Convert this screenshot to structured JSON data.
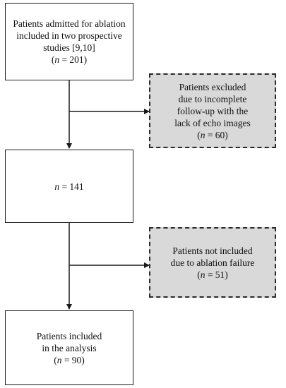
{
  "flowchart": {
    "nodes": [
      {
        "id": "admitted",
        "type": "main",
        "lines": [
          {
            "pre": "Patients admitted for ablation",
            "it": "",
            "post": ""
          },
          {
            "pre": "included in two prospective",
            "it": "",
            "post": ""
          },
          {
            "pre": "studies [9,10]",
            "it": "",
            "post": ""
          },
          {
            "pre": "(",
            "it": "n",
            "post": " = 201)"
          }
        ]
      },
      {
        "id": "excluded-followup",
        "type": "excluded",
        "lines": [
          {
            "pre": "Patients excluded",
            "it": "",
            "post": ""
          },
          {
            "pre": "due to incomplete",
            "it": "",
            "post": ""
          },
          {
            "pre": "follow-up with the",
            "it": "",
            "post": ""
          },
          {
            "pre": "lack of echo images",
            "it": "",
            "post": ""
          },
          {
            "pre": "(",
            "it": "n",
            "post": " = 60)"
          }
        ]
      },
      {
        "id": "remaining",
        "type": "main",
        "lines": [
          {
            "pre": "",
            "it": "n",
            "post": " = 141"
          }
        ]
      },
      {
        "id": "not-included-failure",
        "type": "excluded",
        "lines": [
          {
            "pre": "Patients not included",
            "it": "",
            "post": ""
          },
          {
            "pre": "due to ablation failure",
            "it": "",
            "post": ""
          },
          {
            "pre": "(",
            "it": "n",
            "post": " = 51)"
          }
        ]
      },
      {
        "id": "analysis",
        "type": "main",
        "lines": [
          {
            "pre": "Patients included",
            "it": "",
            "post": ""
          },
          {
            "pre": "in the analysis",
            "it": "",
            "post": ""
          },
          {
            "pre": "(",
            "it": "n",
            "post": " = 90)"
          }
        ]
      }
    ],
    "edges": [
      {
        "from": "admitted",
        "to": "remaining"
      },
      {
        "from": "admitted",
        "to": "excluded-followup"
      },
      {
        "from": "remaining",
        "to": "analysis"
      },
      {
        "from": "remaining",
        "to": "not-included-failure"
      }
    ],
    "colors": {
      "line": "#1a1a1a",
      "excluded_fill": "#d9d9d9",
      "main_fill": "#ffffff"
    }
  }
}
